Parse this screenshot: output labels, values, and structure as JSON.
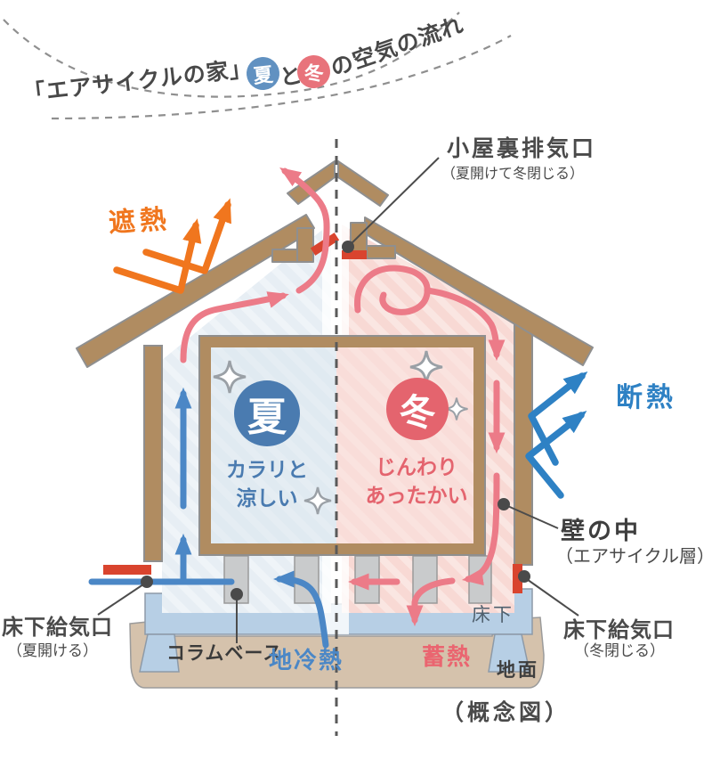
{
  "title": {
    "part1": "「エアサイクルの家」の",
    "summer_badge": "夏",
    "connector": "と",
    "winter_badge": "冬",
    "part2": "の空気の流れ"
  },
  "annotations": {
    "attic_vent": {
      "name": "小屋裏排気口",
      "note": "（夏開けて冬閉じる）"
    },
    "shade": "遮熱",
    "insulation": "断熱",
    "wall_cavity": {
      "name": "壁の中",
      "note": "（エアサイクル層）"
    },
    "intake_summer": {
      "name": "床下給気口",
      "note": "（夏開ける）"
    },
    "intake_winter": {
      "name": "床下給気口",
      "note": "（冬閉じる）"
    },
    "column_base": "コラムベース",
    "ground_coolth": "地冷熱",
    "heat_storage": "蓄熱",
    "underfloor": "床下",
    "ground": "地面",
    "concept": "（概念図）"
  },
  "rooms": {
    "summer": {
      "badge": "夏",
      "desc1": "カラリと",
      "desc2": "涼しい"
    },
    "winter": {
      "badge": "冬",
      "desc1": "じんわり",
      "desc2": "あったかい"
    }
  },
  "colors": {
    "brown": "#b08c61",
    "outline": "#8f8f8f",
    "summer_tint": "#e7eef4",
    "winter_tint": "#f8d9d4",
    "summer_room": "#e0eaf1",
    "winter_room": "#f9ddd9",
    "foundation": "#b7cfe5",
    "ground": "#d5c2ac",
    "column": "#c9cbcc",
    "flow_warm": "#ec7b88",
    "flow_cool": "#4b87c6",
    "shade_orange": "#f0761e",
    "insulation_blue": "#2e81c4",
    "vent_red": "#d9442e",
    "badge_summer": "#4a7bb0",
    "badge_winter": "#e4646e",
    "title_summer": "#6191c1",
    "title_winter": "#e8737b",
    "text_dark": "#4a4a4a",
    "dash": "#5a5a5a"
  }
}
